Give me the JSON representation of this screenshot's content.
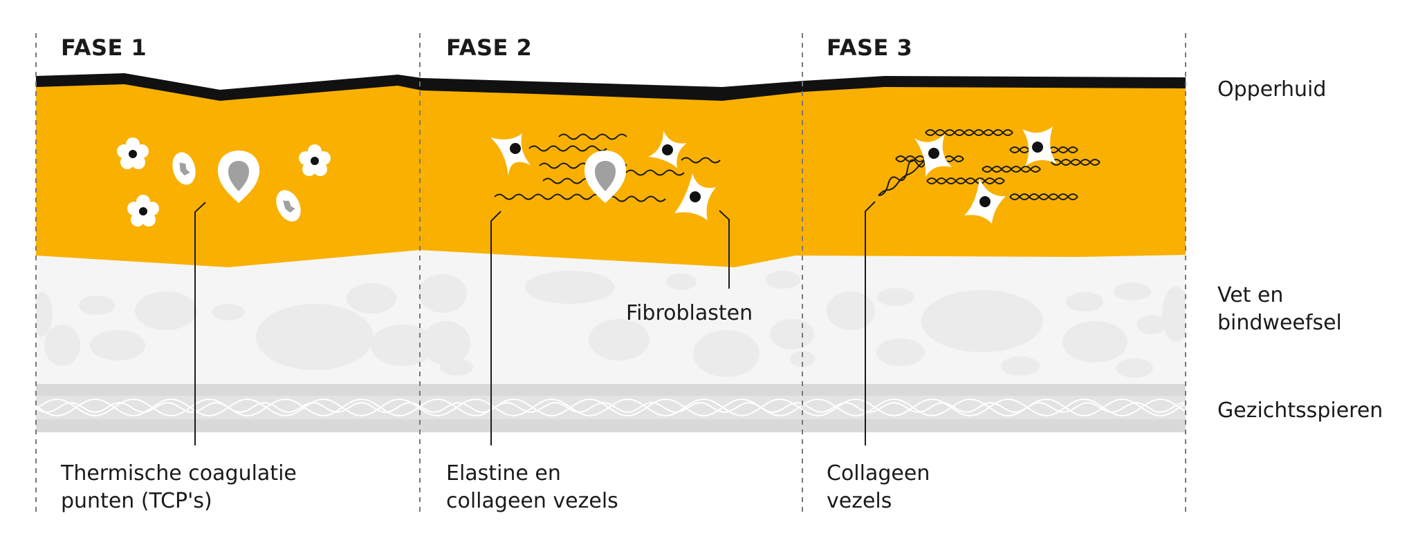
{
  "phases": [
    {
      "label": "FASE 1"
    },
    {
      "label": "FASE 2"
    },
    {
      "label": "FASE 3"
    }
  ],
  "layers": {
    "epidermis": "Opperhuid",
    "fat_line1": "Vet en",
    "fat_line2": "bindweefsel",
    "muscles": "Gezichtsspieren"
  },
  "callouts": {
    "tcp_line1": "Thermische coagulatie",
    "tcp_line2": "punten (TCP's)",
    "elastine_line1": "Elastine en",
    "elastine_line2": "collageen vezels",
    "fibroblasts": "Fibroblasten",
    "collagen_line1": "Collageen",
    "collagen_line2": "vezels"
  },
  "colors": {
    "dermis": "#F9B000",
    "epidermis": "#111111",
    "fat_bg": "#F5F5F5",
    "fat_blob": "#ECECEC",
    "muscle": "#D9D9D9",
    "cell_core": "#9E9E9E"
  }
}
